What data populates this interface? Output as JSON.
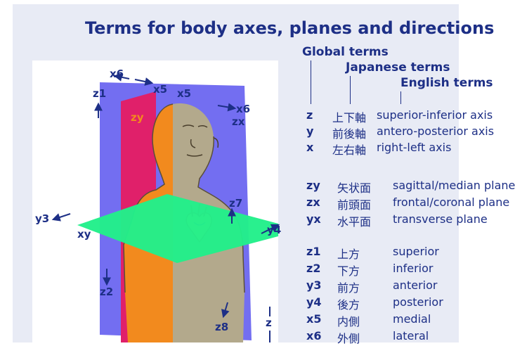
{
  "title": "Terms for body axes, planes and directions",
  "headers": {
    "global": "Global terms",
    "japanese": "Japanese terms",
    "english": "English terms"
  },
  "axes": [
    {
      "g": "z",
      "j": "上下軸",
      "e": "superior-inferior axis"
    },
    {
      "g": "y",
      "j": "前後軸",
      "e": "antero-posterior axis"
    },
    {
      "g": "x",
      "j": "左右軸",
      "e": "right-left axis"
    }
  ],
  "planes": [
    {
      "g": "zy",
      "j": "矢状面",
      "e": "sagittal/median plane"
    },
    {
      "g": "zx",
      "j": "前頭面",
      "e": "frontal/coronal plane"
    },
    {
      "g": "yx",
      "j": "水平面",
      "e": "transverse plane"
    }
  ],
  "directions": [
    {
      "g": "z1",
      "j": "上方",
      "e": "superior"
    },
    {
      "g": "z2",
      "j": "下方",
      "e": "inferior"
    },
    {
      "g": "y3",
      "j": "前方",
      "e": "anterior"
    },
    {
      "g": "y4",
      "j": "後方",
      "e": "posterior"
    },
    {
      "g": "x5",
      "j": "内側",
      "e": "medial"
    },
    {
      "g": "x6",
      "j": "外側",
      "e": "lateral"
    }
  ],
  "diagram_labels": {
    "x6_left": "x6",
    "x5_left": "x5",
    "x5_right": "x5",
    "x6_right": "x6",
    "z1": "z1",
    "zy": "zy",
    "zx": "zx",
    "y3": "y3",
    "xy": "xy",
    "z7": "z7",
    "y4": "y4",
    "z2": "z2",
    "z8": "z8",
    "z_axis": "z"
  },
  "colors": {
    "title": "#1d2f86",
    "sagittal_plane": "#e0206a",
    "frontal_plane": "#6b66f0",
    "transverse_plane": "#22f08a",
    "skin": "#b3a98c",
    "orange_half": "#f28a1e"
  }
}
